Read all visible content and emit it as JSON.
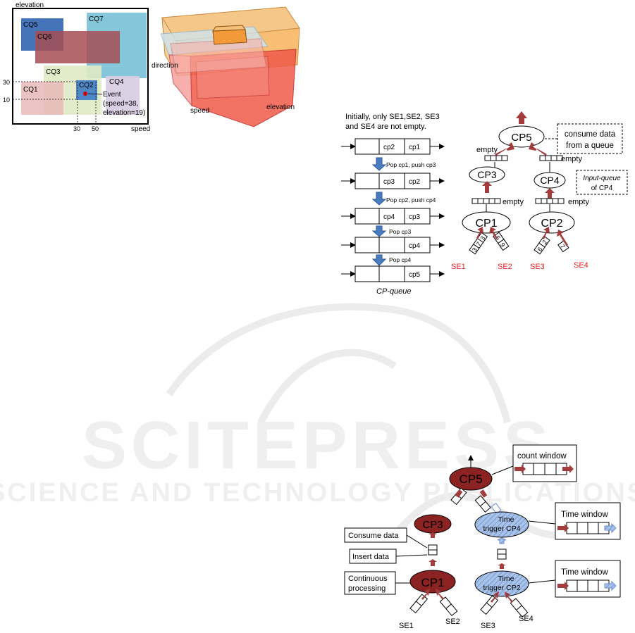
{
  "fig1": {
    "y_axis_label": "elevation",
    "x_axis_label": "speed",
    "regions": {
      "cq5": "CQ5",
      "cq6": "CQ6",
      "cq7": "CQ7",
      "cq3": "CQ3",
      "cq4": "CQ4",
      "cq1": "CQ1",
      "cq2": "CQ2"
    },
    "y_ticks": [
      "30",
      "10"
    ],
    "x_ticks": [
      "30",
      "50"
    ],
    "event_lines": [
      "Event",
      "(speed=38,",
      "elevation=19)"
    ],
    "colors": {
      "cq5": "#3b6db5",
      "cq6": "#a54d52",
      "cq7": "#7fc3d8",
      "cq3": "#dfe9c4",
      "cq4": "#d9cde3",
      "cq1": "#e9b8b8",
      "cq2": "#4f86c6",
      "event": "#cc0000"
    }
  },
  "fig2": {
    "axis_labels": {
      "direction": "direction",
      "speed": "speed",
      "elevation": "elevation"
    }
  },
  "fig3": {
    "caption_lines": [
      "Initially, only SE1,SE2, SE3",
      "and SE4 are not empty."
    ],
    "queue_states": [
      {
        "c1": "cp2",
        "c2": "cp1"
      },
      {
        "c1": "cp3",
        "c2": "cp2"
      },
      {
        "c1": "cp4",
        "c2": "cp3"
      },
      {
        "c1": "",
        "c2": "cp4"
      },
      {
        "c1": "",
        "c2": "cp5"
      }
    ],
    "ops": [
      "Pop cp1, push cp3",
      "Pop cp2, push cp4",
      "Pop cp3",
      "Pop cp4"
    ],
    "queue_caption": "CP-queue",
    "nodes": {
      "cp5": "CP5",
      "cp3": "CP3",
      "cp4": "CP4",
      "cp1": "CP1",
      "cp2": "CP2"
    },
    "empty_label": "empty",
    "callout1_lines": [
      "consume data",
      "from a queue"
    ],
    "callout2_lines": [
      "Input-queue",
      "of CP4"
    ],
    "sources": {
      "se1": "SE1",
      "se2": "SE2",
      "se3": "SE3",
      "se4": "SE4"
    },
    "se1_values": [
      "3",
      "7",
      "3"
    ],
    "se2_values": [
      "5",
      "9"
    ],
    "se3_values": [
      "6",
      "2"
    ],
    "se4_values": [
      "7"
    ]
  },
  "watermark": {
    "brand": "SCITEPRESS",
    "tagline": "SCIENCE AND TECHNOLOGY PUBLICATIONS"
  },
  "fig4": {
    "nodes": {
      "cp5": "CP5",
      "cp3": "CP3",
      "cp1": "CP1"
    },
    "trigger_cp4_lines": [
      "Time",
      "trigger CP4"
    ],
    "trigger_cp2_lines": [
      "Time",
      "trigger CP2"
    ],
    "window_count": "count window",
    "window_time1": "Time window",
    "window_time2": "Time window",
    "label_consume": "Consume data",
    "label_insert": "Insert data",
    "label_continuous_lines": [
      "Continuous",
      "processing"
    ],
    "sources": {
      "se1": "SE1",
      "se2": "SE2",
      "se3": "SE3",
      "se4": "SE4"
    },
    "colors": {
      "cp": "#8b2323",
      "trigger": "#a9c3e8",
      "arrow": "#a33d3d"
    }
  }
}
